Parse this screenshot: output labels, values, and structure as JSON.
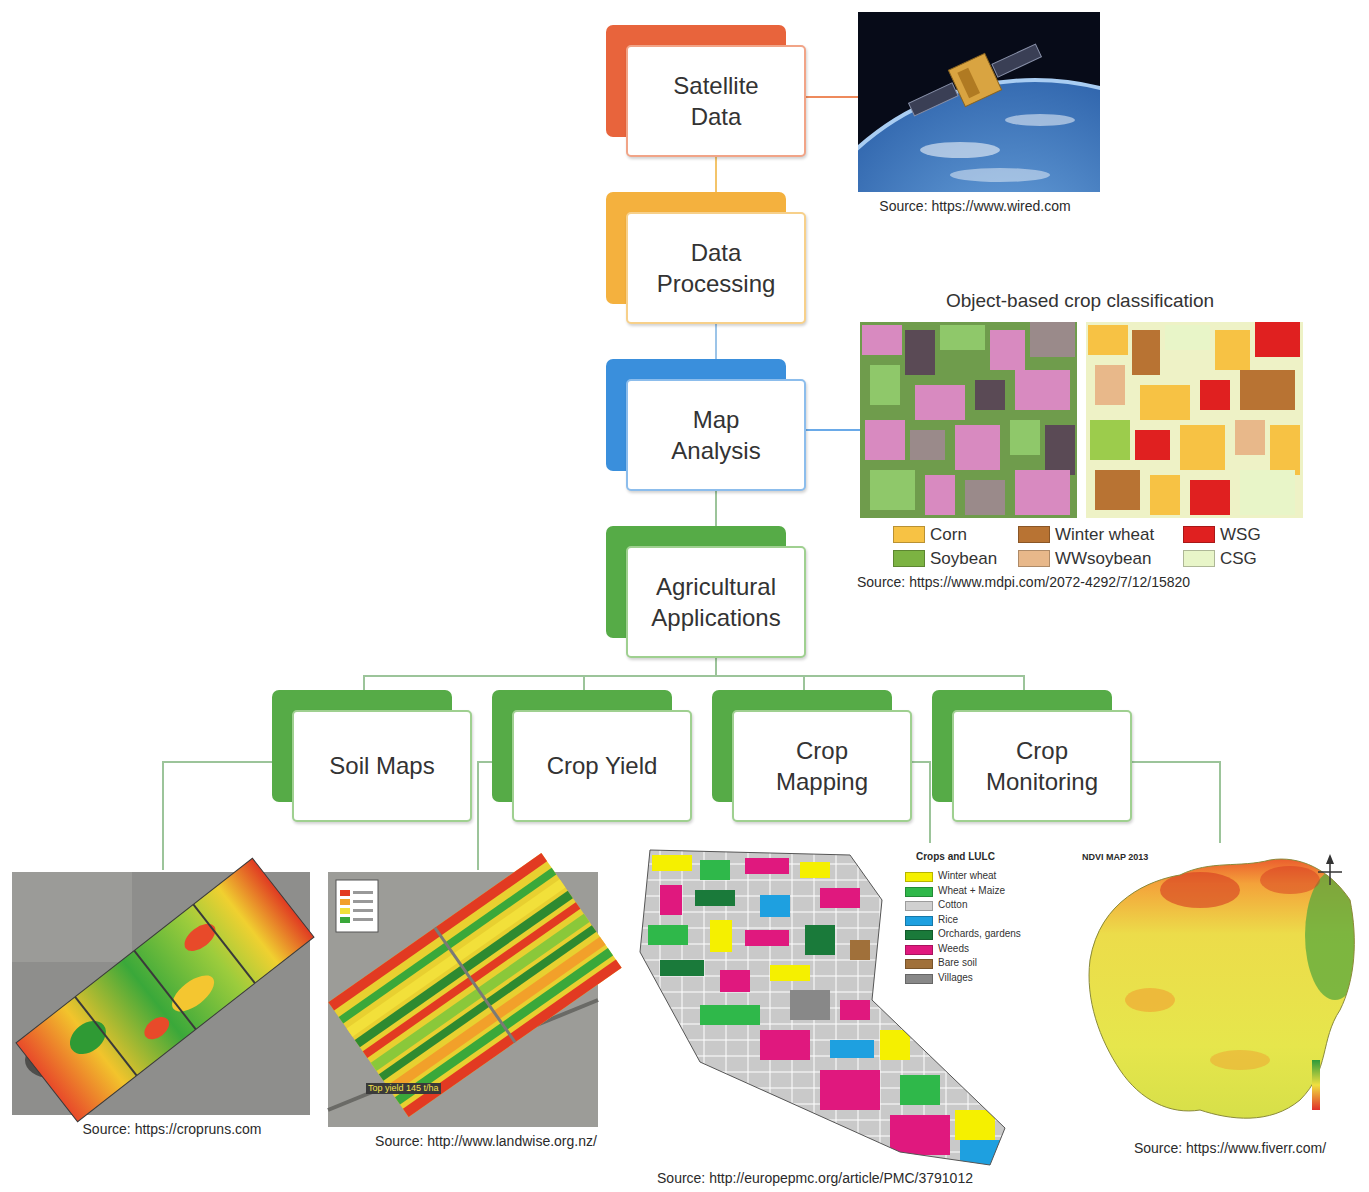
{
  "diagram": {
    "nodes": [
      {
        "text": [
          "Satellite Data"
        ]
      },
      {
        "text": [
          "Data Processing"
        ]
      },
      {
        "text": [
          "Map Analysis"
        ]
      },
      {
        "text": [
          "Agricultural Applications"
        ]
      },
      {
        "text": [
          "Soil Maps"
        ]
      },
      {
        "text": [
          "Crop Yield"
        ]
      },
      {
        "text": [
          "Crop Mapping"
        ]
      },
      {
        "text": [
          "Crop Monitoring"
        ]
      }
    ],
    "edges": [
      {
        "from": 0,
        "to": 1,
        "arrow": "none"
      },
      {
        "from": 1,
        "to": 2,
        "arrow": "none"
      },
      {
        "from": 2,
        "to": 3,
        "arrow": "none"
      },
      {
        "from": 3,
        "to": 4,
        "arrow": "none"
      },
      {
        "from": 3,
        "to": 5,
        "arrow": "none"
      },
      {
        "from": 3,
        "to": 6,
        "arrow": "none"
      },
      {
        "from": 3,
        "to": 7,
        "arrow": "none"
      }
    ],
    "labels": [
      "Source: https://www.wired.com",
      "Object-based crop classification",
      "Source: https://www.mdpi.com/2072-4292/7/12/15820",
      "Source: https://cropruns.com",
      "Top yield 145 t/ha",
      "Source: http://www.landwise.org.nz/",
      "Crops and LULC",
      "NDVI MAP 2013",
      "Source: http://europepmc.org/article/PMC/3791012",
      "Source: https://www.fiverr.com/"
    ],
    "legend": [
      {
        "text": "Corn",
        "color": "#f7c244"
      },
      {
        "text": "Winter wheat",
        "color": "#b87333"
      },
      {
        "text": "WSG",
        "color": "#e02020"
      },
      {
        "text": "Soybean",
        "color": "#7cb342"
      },
      {
        "text": "WWsoybean",
        "color": "#e8b88a"
      },
      {
        "text": "CSG",
        "color": "#e8f5c8"
      },
      {
        "text": "Winter wheat",
        "color": "#f5f000"
      },
      {
        "text": "Wheat + Maize",
        "color": "#2fb84a"
      },
      {
        "text": "Cotton",
        "color": "#d0d0d0"
      },
      {
        "text": "Rice",
        "color": "#1ea0e0"
      },
      {
        "text": "Orchards, gardens",
        "color": "#1a7a3a"
      },
      {
        "text": "Weeds",
        "color": "#e0187e"
      },
      {
        "text": "Bare soil",
        "color": "#a0703a"
      },
      {
        "text": "Villages",
        "color": "#888888"
      }
    ]
  }
}
